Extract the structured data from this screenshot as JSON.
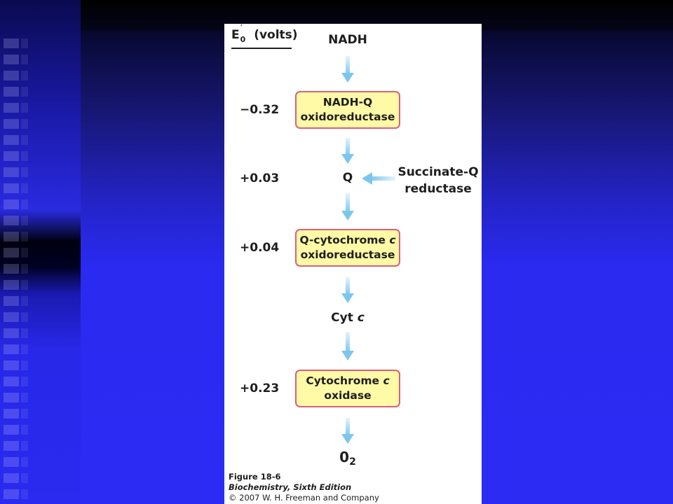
{
  "figure": {
    "axis_header": {
      "symbol": "E",
      "superscript": "′",
      "subscript": "0",
      "unit": "(volts)"
    },
    "nodes": {
      "nadh": "NADH",
      "q": "Q",
      "cyt_c_prefix": "Cyt ",
      "cyt_c_letter": "c",
      "o2_base": "0",
      "o2_sub": "2"
    },
    "enzymes": {
      "complex1_line1": "NADH-Q",
      "complex1_line2": "oxidoreductase",
      "complex3_line1_prefix": "Q-cytochrome ",
      "complex3_line1_letter": "c",
      "complex3_line2": "oxidoreductase",
      "complex4_line1_prefix": "Cytochrome ",
      "complex4_line1_letter": "c",
      "complex4_line2": "oxidase"
    },
    "potentials": {
      "complex1": "−0.32",
      "q": "+0.03",
      "complex3": "+0.04",
      "complex4": "+0.23"
    },
    "side_input": {
      "line1": "Succinate-Q",
      "line2": "reductase"
    },
    "caption": {
      "title": "Figure 18-6",
      "book": "Biochemistry, Sixth Edition",
      "copyright": "© 2007 W. H. Freeman and Company"
    },
    "colors": {
      "arrow": "#7cc6ee",
      "box_fill": "#fffaa6",
      "box_border": "#d8607a",
      "slide_blue": "#2b2bf0"
    }
  }
}
